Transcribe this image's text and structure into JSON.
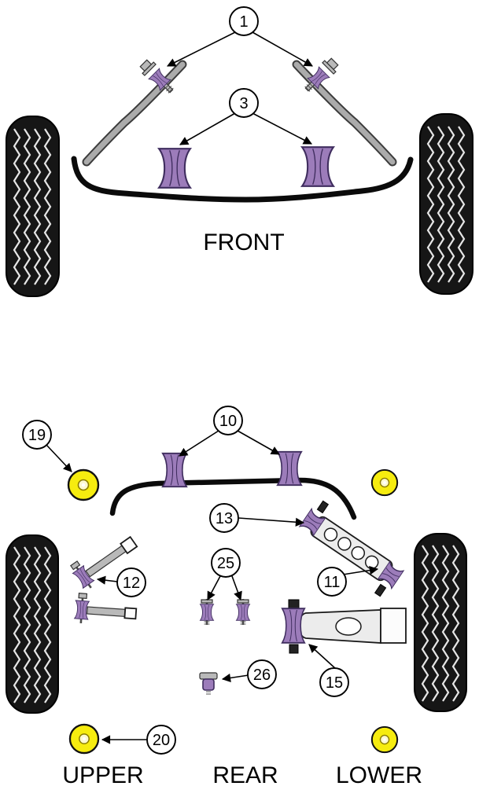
{
  "diagram": {
    "front": {
      "label": "FRONT",
      "callouts": {
        "c1": "1",
        "c3": "3"
      }
    },
    "rear": {
      "labels": {
        "upper": "UPPER",
        "rear": "REAR",
        "lower": "LOWER"
      },
      "callouts": {
        "c10": "10",
        "c19": "19",
        "c13": "13",
        "c12": "12",
        "c25": "25",
        "c11": "11",
        "c15": "15",
        "c26": "26",
        "c20": "20"
      }
    },
    "colors": {
      "bushing_purple": "#9c7cba",
      "bushing_outline": "#3f2d5e",
      "grommet_yellow": "#f6ec0f",
      "tire_black": "#161616",
      "metal_gray": "#b9b9b9"
    }
  }
}
